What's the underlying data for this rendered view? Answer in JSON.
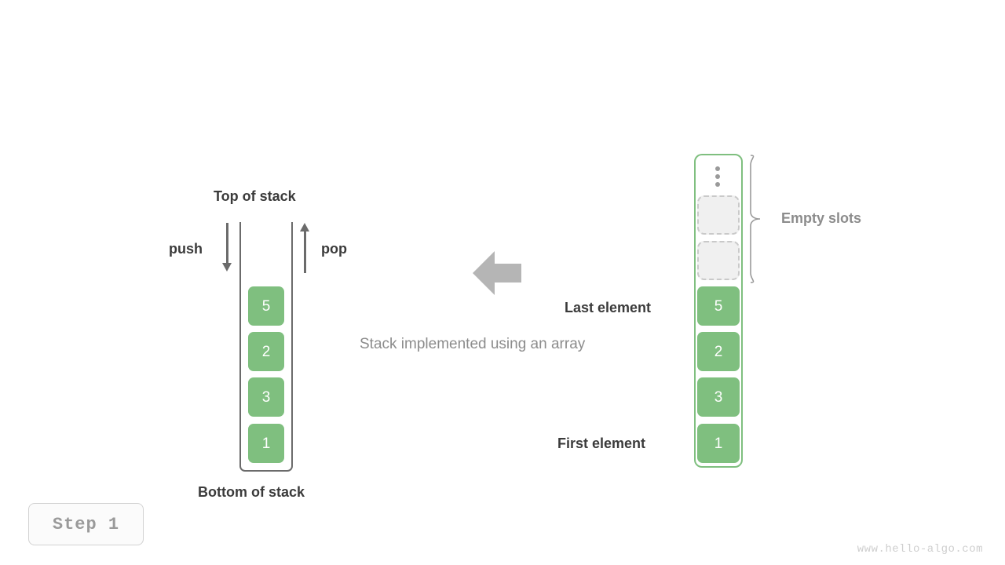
{
  "diagram": {
    "caption": "Stack implemented using an array",
    "step_badge": "Step 1",
    "watermark": "www.hello-algo.com"
  },
  "stack_view": {
    "top_label": "Top of stack",
    "bottom_label": "Bottom of stack",
    "push_label": "push",
    "pop_label": "pop",
    "cells": [
      {
        "value": "5"
      },
      {
        "value": "2"
      },
      {
        "value": "3"
      },
      {
        "value": "1"
      }
    ]
  },
  "array_view": {
    "empty_slots_label": "Empty slots",
    "last_element_label": "Last element",
    "first_element_label": "First element",
    "ellipsis": "vertical-ellipsis",
    "empty_slot_count": 2,
    "cells": [
      {
        "value": "5"
      },
      {
        "value": "2"
      },
      {
        "value": "3"
      },
      {
        "value": "1"
      }
    ]
  },
  "colors": {
    "cell_fill": "#7fbf7f",
    "array_border": "#7fbf7f",
    "vessel_border": "#6b6b6b",
    "arrow": "#a8a8a8",
    "text_dark": "#3b3b3b",
    "text_gray": "#8c8c8c",
    "empty_slot_fill": "#f0f0f0",
    "empty_slot_border": "#c9c9c9"
  }
}
